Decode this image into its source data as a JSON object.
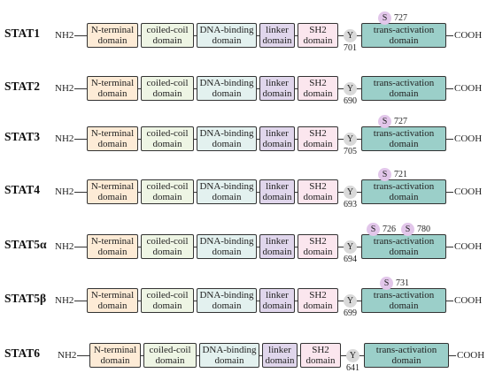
{
  "domains": {
    "n_terminal": "N-terminal\ndomain",
    "coiled_coil": "coiled-coil\ndomain",
    "dna_binding": "DNA-binding\ndomain",
    "linker": "linker\ndomain",
    "sh2": "SH2\ndomain",
    "trans_activation": "trans-activation\ndomain"
  },
  "termini": {
    "n": "NH2",
    "c": "COOH"
  },
  "residue_letters": {
    "tyrosine": "Y",
    "serine": "S"
  },
  "colors": {
    "n_terminal": "#fdebd6",
    "coiled_coil": "#eef5e4",
    "dna_binding": "#e3f1ef",
    "linker": "#e0d6ec",
    "sh2": "#fbe6ee",
    "trans_activation": "#9bcfc9",
    "tyrosine_marker": "#d9d9d9",
    "serine_marker": "#e2c6ea"
  },
  "proteins": [
    {
      "name": "STAT1",
      "tyrosine": "701",
      "serines": [
        "727"
      ]
    },
    {
      "name": "STAT2",
      "tyrosine": "690",
      "serines": []
    },
    {
      "name": "STAT3",
      "tyrosine": "705",
      "serines": [
        "727"
      ]
    },
    {
      "name": "STAT4",
      "tyrosine": "693",
      "serines": [
        "721"
      ]
    },
    {
      "name": "STAT5α",
      "tyrosine": "694",
      "serines": [
        "726",
        "780"
      ]
    },
    {
      "name": "STAT5β",
      "tyrosine": "699",
      "serines": [
        "731"
      ]
    },
    {
      "name": "STAT6",
      "tyrosine": "641",
      "serines": []
    }
  ]
}
